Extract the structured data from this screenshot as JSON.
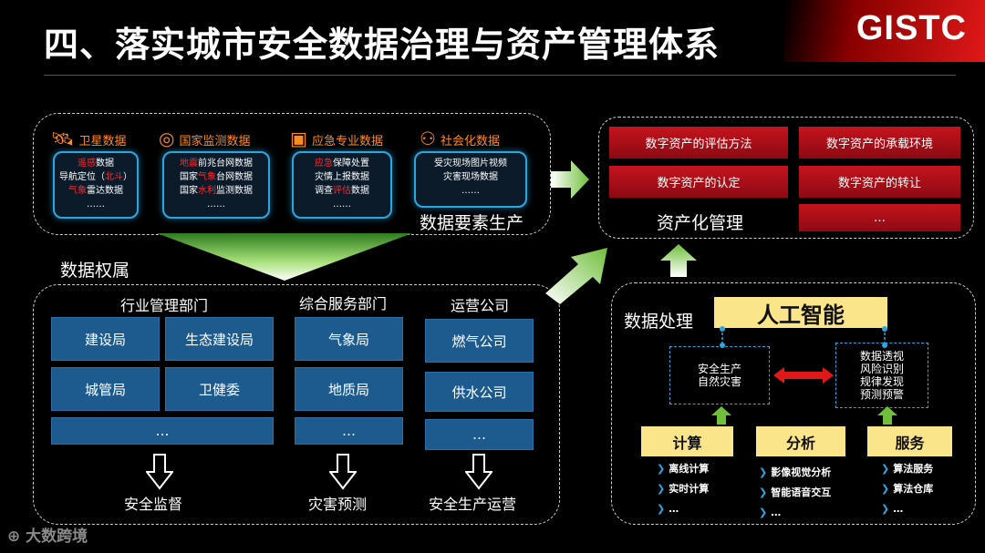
{
  "title": "四、落实城市安全数据治理与资产管理体系",
  "logo": "GISTC",
  "production": {
    "label": "数据要素生产",
    "categories": [
      {
        "name": "卫星数据",
        "icon": "satellite-icon",
        "lines": [
          [
            "遥感",
            "数据"
          ],
          [
            "导航定位（",
            "北斗",
            "）"
          ],
          [
            "气象",
            "雷达数据"
          ],
          [
            "……"
          ]
        ]
      },
      {
        "name": "国家监测数据",
        "icon": "target-icon",
        "lines": [
          [
            "地震",
            "前兆台网数据"
          ],
          [
            "国家",
            "气象",
            "台网数据"
          ],
          [
            "国家",
            "水利",
            "监测数据"
          ],
          [
            "……"
          ]
        ]
      },
      {
        "name": "应急专业数据",
        "icon": "folder-icon",
        "lines": [
          [
            "应急",
            "保障处置"
          ],
          [
            "灾情上报数据"
          ],
          [
            "调查",
            "评估",
            "数据"
          ],
          [
            "……"
          ]
        ]
      },
      {
        "name": "社会化数据",
        "icon": "network-icon",
        "lines": [
          [
            "受灾现场图片视频"
          ],
          [
            "灾害现场数据"
          ],
          [
            "……"
          ]
        ]
      }
    ]
  },
  "ownership_label": "数据权属",
  "departments": {
    "groups": [
      {
        "head": "行业管理部门",
        "boxes": [
          "建设局",
          "生态建设局",
          "城管局",
          "卫健委",
          "…"
        ],
        "result": "安全监督"
      },
      {
        "head": "综合服务部门",
        "boxes": [
          "气象局",
          "地质局",
          "…"
        ],
        "result": "灾害预测"
      },
      {
        "head": "运营公司",
        "boxes": [
          "燃气公司",
          "供水公司",
          "…"
        ],
        "result": "安全生产运营"
      }
    ]
  },
  "asset": {
    "label": "资产化管理",
    "left": [
      "数字资产的评估方法",
      "数字资产的认定"
    ],
    "right": [
      "数字资产的承载环境",
      "数字资产的转让",
      "…"
    ]
  },
  "processing": {
    "label": "数据处理",
    "ai": "人工智能",
    "left_box": [
      "安全生产",
      "自然灾害"
    ],
    "right_box": [
      "数据透视",
      "风险识别",
      "规律发现",
      "预测预警"
    ],
    "columns": [
      {
        "head": "计算",
        "items": [
          "离线计算",
          "实时计算",
          "…"
        ]
      },
      {
        "head": "分析",
        "items": [
          "影像视觉分析",
          "智能语音交互",
          "…"
        ]
      },
      {
        "head": "服务",
        "items": [
          "算法服务",
          "算法仓库",
          "…"
        ]
      }
    ]
  },
  "watermark": "大数跨境",
  "colors": {
    "accent_red": "#e01818",
    "blue": "#1d5a8e",
    "cyan": "#2aa7e0",
    "yellow": "#fbe58a",
    "orange": "#ff8a1f"
  }
}
